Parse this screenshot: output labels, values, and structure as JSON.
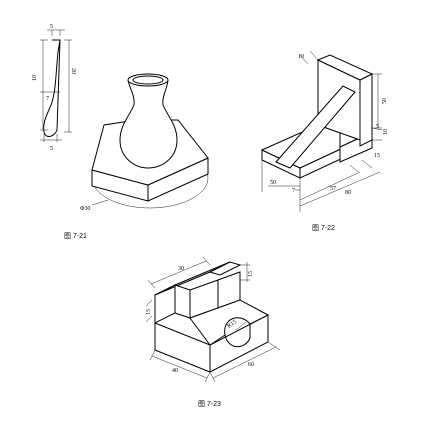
{
  "figures": [
    {
      "caption": "图 7-21",
      "profile_dims": [
        "5",
        "10",
        "20",
        "7",
        "5"
      ],
      "base_dim": "Φ30"
    },
    {
      "caption": "图 7-22",
      "dims": [
        "10",
        "50",
        "5",
        "15",
        "10",
        "50",
        "7",
        "57",
        "80"
      ]
    },
    {
      "caption": "图 7-23",
      "dims": [
        "30",
        "15",
        "15",
        "R15",
        "40",
        "60"
      ]
    }
  ]
}
